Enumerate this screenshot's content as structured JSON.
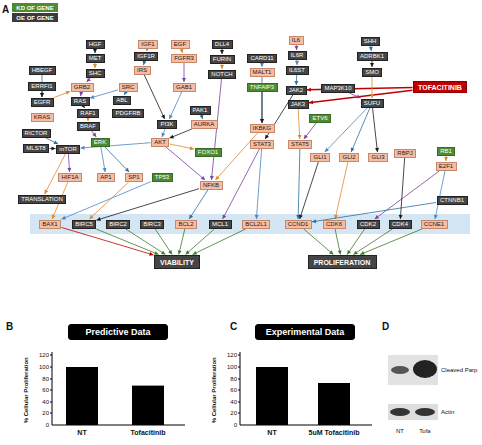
{
  "diagram": {
    "nodes": [
      {
        "text": [
          "HGF"
        ]
      },
      {
        "text": [
          "IGF1"
        ]
      },
      {
        "text": [
          "EGF"
        ]
      },
      {
        "text": [
          "DLL4"
        ]
      },
      {
        "text": [
          "IL6"
        ]
      },
      {
        "text": [
          "SHH"
        ]
      },
      {
        "text": [
          "MET"
        ]
      },
      {
        "text": [
          "IGF1R"
        ]
      },
      {
        "text": [
          "FGFR3"
        ]
      },
      {
        "text": [
          "FURIN"
        ]
      },
      {
        "text": [
          "CARD11"
        ]
      },
      {
        "text": [
          "IL6R"
        ]
      },
      {
        "text": [
          "ADRBK1"
        ]
      },
      {
        "text": [
          "HBEGF"
        ]
      },
      {
        "text": [
          "IRS"
        ]
      },
      {
        "text": [
          "SHC"
        ]
      },
      {
        "text": [
          "NOTCH"
        ]
      },
      {
        "text": [
          "MALT1"
        ]
      },
      {
        "text": [
          "IL6ST"
        ]
      },
      {
        "text": [
          "SMO"
        ]
      },
      {
        "text": [
          "ERRFI1"
        ]
      },
      {
        "text": [
          "GRB2"
        ]
      },
      {
        "text": [
          "SRC"
        ]
      },
      {
        "text": [
          "GAB1"
        ]
      },
      {
        "text": [
          "TNFAIP3"
        ]
      },
      {
        "text": [
          "MAP3K10"
        ]
      },
      {
        "text": [
          "TOFACITINIB"
        ]
      },
      {
        "text": [
          "EGFR"
        ]
      },
      {
        "text": [
          "RAS"
        ]
      },
      {
        "text": [
          "ABL"
        ]
      },
      {
        "text": [
          "JAK2"
        ]
      },
      {
        "text": [
          "SUFU"
        ]
      },
      {
        "text": [
          "JAK3"
        ]
      },
      {
        "text": [
          "PAK1"
        ]
      },
      {
        "text": [
          "KRAS"
        ]
      },
      {
        "text": [
          "RAF1"
        ]
      },
      {
        "text": [
          "PDGFRB"
        ]
      },
      {
        "text": [
          "ETV6"
        ]
      },
      {
        "text": [
          "BRAF"
        ]
      },
      {
        "text": [
          "PI3K"
        ]
      },
      {
        "text": [
          "AURKA"
        ]
      },
      {
        "text": [
          "IKBKG"
        ]
      },
      {
        "text": [
          "RICTOR"
        ]
      },
      {
        "text": [
          "ERK"
        ]
      },
      {
        "text": [
          "AKT"
        ]
      },
      {
        "text": [
          "STAT3"
        ]
      },
      {
        "text": [
          "STAT5"
        ]
      },
      {
        "text": [
          "MLST8"
        ]
      },
      {
        "text": [
          "mTOR"
        ]
      },
      {
        "text": [
          "FOXO1"
        ]
      },
      {
        "text": [
          "RBPJ"
        ]
      },
      {
        "text": [
          "RB1"
        ]
      },
      {
        "text": [
          "GLI1"
        ]
      },
      {
        "text": [
          "GLI2"
        ]
      },
      {
        "text": [
          "GLI3"
        ]
      },
      {
        "text": [
          "E2F1"
        ]
      },
      {
        "text": [
          "HIF1A"
        ]
      },
      {
        "text": [
          "AP1"
        ]
      },
      {
        "text": [
          "SP1"
        ]
      },
      {
        "text": [
          "TP53"
        ]
      },
      {
        "text": [
          "NFKB"
        ]
      },
      {
        "text": [
          "TRANSLATION"
        ]
      },
      {
        "text": [
          "CTNNB1"
        ]
      },
      {
        "text": [
          "BAX1"
        ]
      },
      {
        "text": [
          "BIRC5"
        ]
      },
      {
        "text": [
          "BIRC2"
        ]
      },
      {
        "text": [
          "BIRC3"
        ]
      },
      {
        "text": [
          "BCL2"
        ]
      },
      {
        "text": [
          "MCL1"
        ]
      },
      {
        "text": [
          "BCL2L1"
        ]
      },
      {
        "text": [
          "CCND1"
        ]
      },
      {
        "text": [
          "CDK6"
        ]
      },
      {
        "text": [
          "CDK2"
        ]
      },
      {
        "text": [
          "CDK4"
        ]
      },
      {
        "text": [
          "CCNE1"
        ]
      },
      {
        "text": [
          "VIABILITY"
        ]
      },
      {
        "text": [
          "PROLIFERATION"
        ]
      },
      {
        "text": [
          "Predictive Data"
        ]
      },
      {
        "text": [
          "Experimental Data"
        ]
      }
    ],
    "edges": [
      {
        "from": 0,
        "to": 6,
        "arrow": "to"
      },
      {
        "from": 6,
        "to": 15,
        "arrow": "to"
      },
      {
        "from": 15,
        "to": 21,
        "arrow": "to"
      },
      {
        "from": 1,
        "to": 7,
        "arrow": "to"
      },
      {
        "from": 7,
        "to": 14,
        "arrow": "to"
      },
      {
        "from": 14,
        "to": 39,
        "arrow": "to"
      },
      {
        "from": 2,
        "to": 8,
        "arrow": "to"
      },
      {
        "from": 8,
        "to": 23,
        "arrow": "to"
      },
      {
        "from": 23,
        "to": 39,
        "arrow": "to"
      },
      {
        "from": 13,
        "to": 27,
        "arrow": "to"
      },
      {
        "from": 20,
        "to": 27,
        "arrow": "to"
      },
      {
        "from": 27,
        "to": 21,
        "arrow": "to"
      },
      {
        "from": 21,
        "to": 28,
        "arrow": "to"
      },
      {
        "from": 22,
        "to": 28,
        "arrow": "to"
      },
      {
        "from": 22,
        "to": 29,
        "arrow": "to"
      },
      {
        "from": 28,
        "to": 35,
        "arrow": "to"
      },
      {
        "from": 35,
        "to": 38,
        "arrow": "to"
      },
      {
        "from": 38,
        "to": 43,
        "arrow": "to"
      },
      {
        "from": 39,
        "to": 44,
        "arrow": "to"
      },
      {
        "from": 33,
        "to": 40,
        "arrow": "to"
      },
      {
        "from": 40,
        "to": 44,
        "arrow": "to"
      },
      {
        "from": 44,
        "to": 49,
        "arrow": "to"
      },
      {
        "from": 44,
        "to": 60,
        "arrow": "to"
      },
      {
        "from": 44,
        "to": 48,
        "arrow": "to"
      },
      {
        "from": 42,
        "to": 48,
        "arrow": "to"
      },
      {
        "from": 47,
        "to": 48,
        "arrow": "to"
      },
      {
        "from": 48,
        "to": 61,
        "arrow": "to"
      },
      {
        "from": 48,
        "to": 56,
        "arrow": "to"
      },
      {
        "from": 43,
        "to": 57,
        "arrow": "to"
      },
      {
        "from": 43,
        "to": 58,
        "arrow": "to"
      },
      {
        "from": 3,
        "to": 9,
        "arrow": "to"
      },
      {
        "from": 9,
        "to": 16,
        "arrow": "to"
      },
      {
        "from": 16,
        "to": 60,
        "arrow": "to"
      },
      {
        "from": 10,
        "to": 17,
        "arrow": "to"
      },
      {
        "from": 17,
        "to": 41,
        "arrow": "to"
      },
      {
        "from": 24,
        "to": 41,
        "arrow": "to"
      },
      {
        "from": 41,
        "to": 60,
        "arrow": "to"
      },
      {
        "from": 4,
        "to": 11,
        "arrow": "to"
      },
      {
        "from": 11,
        "to": 18,
        "arrow": "to"
      },
      {
        "from": 18,
        "to": 30,
        "arrow": "to"
      },
      {
        "from": 30,
        "to": 45,
        "arrow": "to"
      },
      {
        "from": 32,
        "to": 46,
        "arrow": "to"
      },
      {
        "from": 26,
        "to": 30,
        "arrow": "to"
      },
      {
        "from": 26,
        "to": 32,
        "arrow": "to"
      },
      {
        "from": 5,
        "to": 12,
        "arrow": "to"
      },
      {
        "from": 12,
        "to": 19,
        "arrow": "to"
      },
      {
        "from": 19,
        "to": 31,
        "arrow": "to"
      },
      {
        "from": 25,
        "to": 31,
        "arrow": "to"
      },
      {
        "from": 31,
        "to": 52,
        "arrow": "to"
      },
      {
        "from": 31,
        "to": 53,
        "arrow": "to"
      },
      {
        "from": 31,
        "to": 54,
        "arrow": "to"
      },
      {
        "from": 51,
        "to": 55,
        "arrow": "to"
      },
      {
        "from": 37,
        "to": 46,
        "arrow": "to"
      },
      {
        "from": 59,
        "to": 63,
        "arrow": "to"
      },
      {
        "from": 60,
        "to": 67,
        "arrow": "to"
      },
      {
        "from": 60,
        "to": 64,
        "arrow": "to"
      },
      {
        "from": 58,
        "to": 64,
        "arrow": "to"
      },
      {
        "from": 45,
        "to": 68,
        "arrow": "to"
      },
      {
        "from": 45,
        "to": 69,
        "arrow": "to"
      },
      {
        "from": 46,
        "to": 70,
        "arrow": "to"
      },
      {
        "from": 52,
        "to": 70,
        "arrow": "to"
      },
      {
        "from": 53,
        "to": 71,
        "arrow": "to"
      },
      {
        "from": 55,
        "to": 72,
        "arrow": "to"
      },
      {
        "from": 55,
        "to": 74,
        "arrow": "to"
      },
      {
        "from": 62,
        "to": 70,
        "arrow": "to"
      },
      {
        "from": 50,
        "to": 73,
        "arrow": "to"
      },
      {
        "from": 56,
        "to": 63,
        "arrow": "to"
      },
      {
        "from": 63,
        "to": 75,
        "arrow": "to"
      },
      {
        "from": 64,
        "to": 75,
        "arrow": "to"
      },
      {
        "from": 65,
        "to": 75,
        "arrow": "to"
      },
      {
        "from": 66,
        "to": 75,
        "arrow": "to"
      },
      {
        "from": 67,
        "to": 75,
        "arrow": "to"
      },
      {
        "from": 68,
        "to": 75,
        "arrow": "to"
      },
      {
        "from": 69,
        "to": 75,
        "arrow": "to"
      },
      {
        "from": 70,
        "to": 76,
        "arrow": "to"
      },
      {
        "from": 71,
        "to": 76,
        "arrow": "to"
      },
      {
        "from": 72,
        "to": 76,
        "arrow": "to"
      },
      {
        "from": 73,
        "to": 76,
        "arrow": "to"
      },
      {
        "from": 74,
        "to": 76,
        "arrow": "to"
      }
    ],
    "labels": [
      "A",
      "B",
      "C",
      "D",
      "120",
      "100",
      "80",
      "60",
      "40",
      "20",
      "0",
      "% Cellular Proliferation",
      "NT",
      "Tofacitinib",
      "120",
      "100",
      "80",
      "60",
      "40",
      "20",
      "0",
      "% Cellular Proliferation",
      "NT",
      "5uM Tofacitinib",
      "Cleaved Parp",
      "Actin",
      "NT",
      "Tofa"
    ],
    "legend": [
      {
        "text": "KD OF GENE",
        "color": "#4d8b31"
      },
      {
        "text": "OE OF GENE",
        "color": "#3a3a3a"
      }
    ]
  }
}
